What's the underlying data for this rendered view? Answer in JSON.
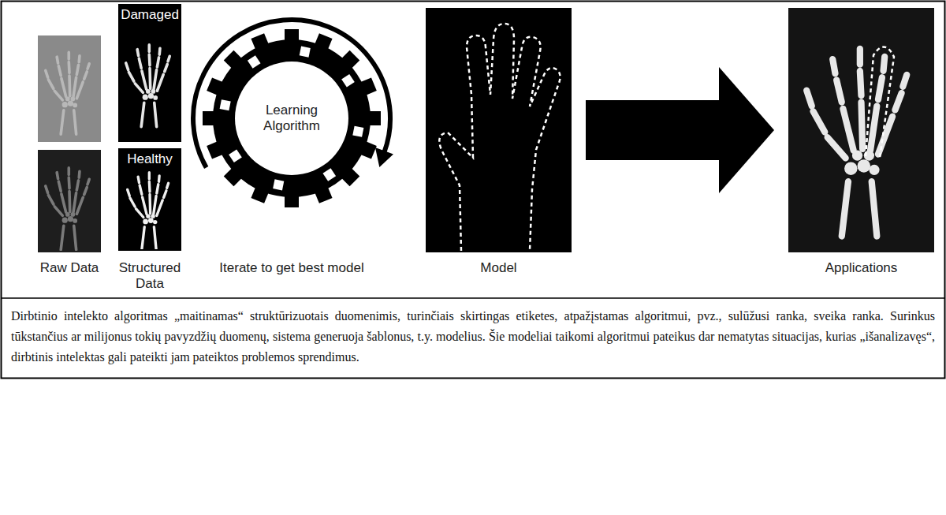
{
  "diagram": {
    "caption": "Dirbtinio intelekto algoritmas „maitinamas“ struktūrizuotais duomenimis, turinčiais skirtingas etiketes, atpažįstamas algoritmui, pvz., sulūžusi ranka, sveika ranka. Surinkus tūkstančius ar milijonus tokių pavyzdžių duomenų, sistema generuoja šablonus, t.y. modelius. Šie modeliai taikomi algoritmui pateikus dar nematytas situacijas, kurias „išanalizavęs“, dirbtinis intelektas gali pateikti jam pateiktos problemos sprendimus.",
    "nodes": [
      {
        "text": [
          "Raw Data"
        ]
      },
      {
        "text": [
          "Structured Data"
        ]
      },
      {
        "text": [
          "Damaged"
        ],
        "in": 1
      },
      {
        "text": [
          "Healthy"
        ],
        "in": 1
      },
      {
        "text": [
          "Learning Algorithm",
          "Iterate to get best model"
        ]
      },
      {
        "text": [
          "Model"
        ]
      },
      {
        "text": [
          "Applications"
        ]
      }
    ],
    "edges": [
      {
        "from": 5,
        "to": 6,
        "arrow": "to"
      }
    ]
  }
}
